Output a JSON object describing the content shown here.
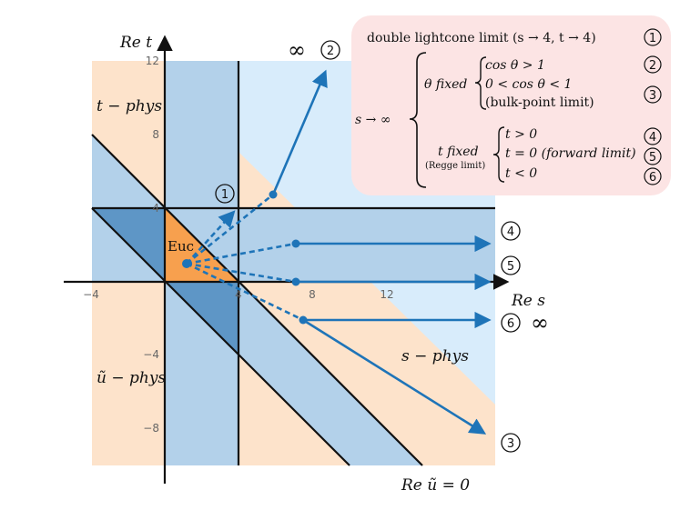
{
  "axes": {
    "x_label": "Re s",
    "y_label": "Re t",
    "x_ticks": [
      "−4",
      "4",
      "8",
      "12"
    ],
    "y_ticks": [
      "12",
      "8",
      "4",
      "−4",
      "−8"
    ],
    "u_label": "Re ũ = 0"
  },
  "regions": {
    "t_phys": "t − phys",
    "s_phys": "s − phys",
    "u_phys": "ũ − phys",
    "euc": "Euc"
  },
  "markers": {
    "infinity_top": "∞",
    "infinity_bottom": "∞",
    "n1": "1",
    "n2": "2",
    "n3": "3",
    "n4": "4",
    "n5": "5",
    "n6": "6"
  },
  "legend": {
    "row1_text": "double lightcone limit (s → 4, t → 4)",
    "s_infinity": "s → ∞",
    "theta_fixed": "θ fixed",
    "cos_gt1": "cos θ > 1",
    "cos_between": "0 < cos θ < 1",
    "bulk_point": "(bulk-point limit)",
    "t_fixed": "t fixed",
    "regge": "(Regge limit)",
    "t_pos": "t > 0",
    "t_zero": "t = 0 (forward limit)",
    "t_neg": "t < 0",
    "n1": "1",
    "n2": "2",
    "n3": "3",
    "n4": "4",
    "n5": "5",
    "n6": "6"
  },
  "colors": {
    "orange_bg": "#fde3cb",
    "light_blue": "#d8ecfb",
    "mid_blue": "#b3d1ea",
    "dark_blue": "#5e96c6",
    "euc_orange": "#f7a04e",
    "arrow_blue": "#1e74b8",
    "legend_bg": "#fce4e4"
  }
}
